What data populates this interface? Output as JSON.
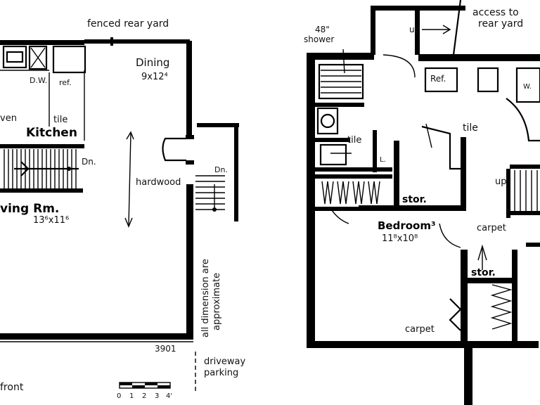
{
  "labels": {
    "fenced_rear_yard": "fenced rear yard",
    "dining": "Dining",
    "dining_dims": "9x12⁴",
    "dw": "D.W.",
    "ref_left": "ref.",
    "oven": "ven",
    "kitchen": "Kitchen",
    "tile_left": "tile",
    "dn_left": "Dn.",
    "hardwood": "hardwood",
    "dn_center": "Dn.",
    "living": "ving Rm.",
    "living_dims": "13⁶x11⁶",
    "all_dimensions": "all dimension are",
    "approximate": "approximate",
    "number": "3901",
    "driveway": "driveway",
    "parking": "parking",
    "front": "front",
    "scale_ticks": [
      "0",
      "1",
      "2",
      "3",
      "4'"
    ],
    "shower_line1": "48\"",
    "shower_line2": "shower",
    "up_top": "up",
    "access_line1": "access to",
    "access_line2": "rear yard",
    "ref_right": "Ref.",
    "w": "W.",
    "tile_center": "tile",
    "tile_bath": "tile",
    "l": "L.",
    "stor_top": "stor.",
    "up_right": "up",
    "bedroom": "Bedroom³",
    "bedroom_dims": "11⁸x10⁸",
    "carpet_right": "carpet",
    "stor_bottom": "stor.",
    "carpet_bottom": "carpet"
  }
}
